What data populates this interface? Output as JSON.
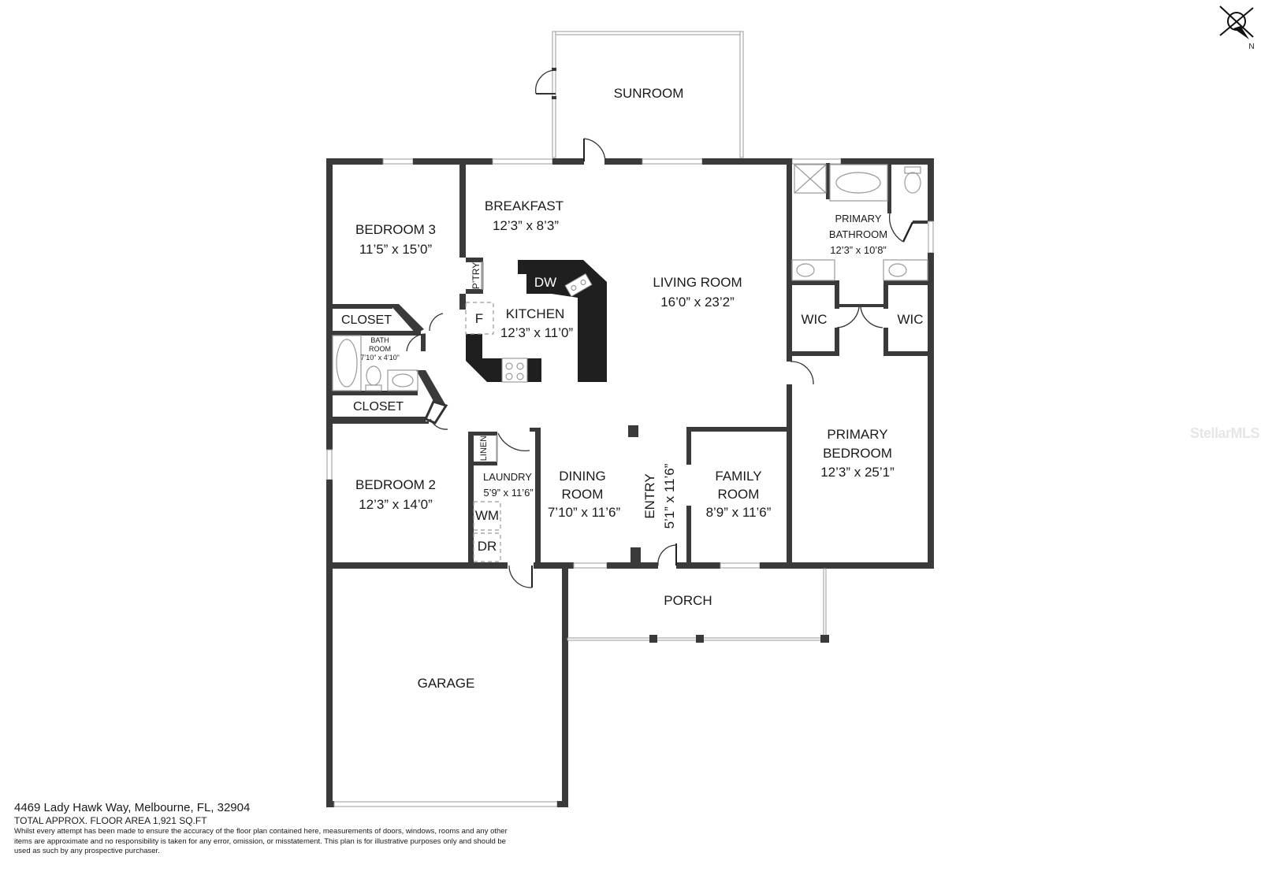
{
  "compass": {
    "label": "N",
    "icon": "north-arrow-icon"
  },
  "watermark": "StellarMLS",
  "rooms": {
    "sunroom": {
      "name": "SUNROOM"
    },
    "breakfast": {
      "name": "BREAKFAST",
      "dims": "12’3” x 8’3”"
    },
    "bedroom3": {
      "name": "BEDROOM 3",
      "dims": "11’5” x 15’0”"
    },
    "closet1": {
      "name": "CLOSET"
    },
    "closet2": {
      "name": "CLOSET"
    },
    "bathroom": {
      "name1": "BATH",
      "name2": "ROOM",
      "dims": "7’10” x 4’10”"
    },
    "pantry": {
      "name": "P’TRY"
    },
    "fridge": {
      "name": "F"
    },
    "dishwasher": {
      "name": "DW"
    },
    "kitchen": {
      "name": "KITCHEN",
      "dims": "12’3” x 11’0”"
    },
    "living": {
      "name": "LIVING ROOM",
      "dims": "16’0” x 23’2”"
    },
    "primary_bath": {
      "name1": "PRIMARY",
      "name2": "BATHROOM",
      "dims": "12’3” x 10’8”"
    },
    "wic_left": {
      "name": "WIC"
    },
    "wic_right": {
      "name": "WIC"
    },
    "bedroom2": {
      "name": "BEDROOM 2",
      "dims": "12’3” x 14’0”"
    },
    "linen": {
      "name": "LINEN"
    },
    "laundry": {
      "name": "LAUNDRY",
      "dims": "5’9” x 11’6”"
    },
    "washer": {
      "name": "WM"
    },
    "dryer": {
      "name": "DR"
    },
    "dining": {
      "name1": "DINING",
      "name2": "ROOM",
      "dims": "7’10” x 11’6”"
    },
    "entry": {
      "name": "ENTRY",
      "dims": "5’1” x 11’6”"
    },
    "family": {
      "name1": "FAMILY",
      "name2": "ROOM",
      "dims": "8’9” x 11’6”"
    },
    "primary_bed": {
      "name1": "PRIMARY",
      "name2": "BEDROOM",
      "dims": "12’3” x 25’1”"
    },
    "porch": {
      "name": "PORCH"
    },
    "garage": {
      "name": "GARAGE"
    }
  },
  "footer": {
    "address": "4469 Lady Hawk Way, Melbourne, FL, 32904",
    "area": "TOTAL APPROX. FLOOR AREA 1,921 SQ.FT",
    "disclaimer": "Whilst every attempt has been made to ensure the accuracy of the floor plan contained here, measurements of doors, windows, rooms and any other items are approximate and no responsibility is taken for any error, omission, or misstatement. This plan is for illustrative purposes only and should be used as such by any prospective purchaser."
  }
}
